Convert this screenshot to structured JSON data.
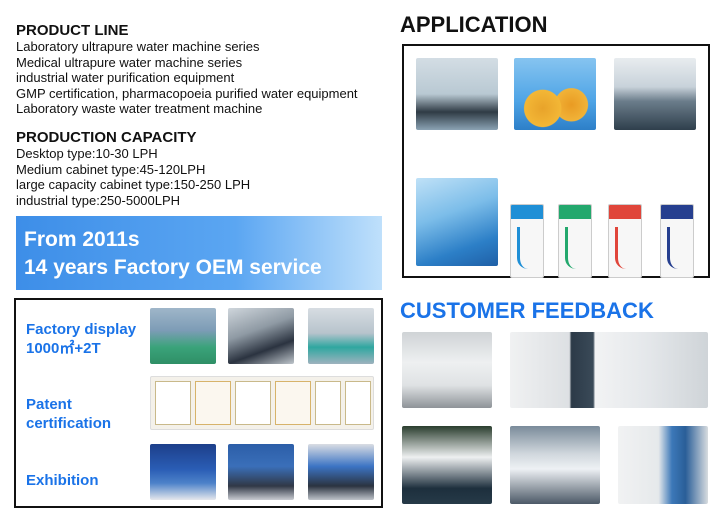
{
  "product_line": {
    "heading": "PRODUCT LINE",
    "items": [
      "Laboratory ultrapure water machine series",
      "Medical ultrapure water machine series",
      "industrial water purification equipment",
      "GMP certification, pharmacopoeia purified water equipment",
      "Laboratory waste water treatment machine"
    ]
  },
  "production_capacity": {
    "heading": "PRODUCTION CAPACITY",
    "items": [
      "Desktop type:10-30 LPH",
      "Medium cabinet type:45-120LPH",
      "large capacity cabinet type:150-250 LPH",
      "industrial type:250-5000LPH"
    ]
  },
  "banner": {
    "line1": "From 2011s",
    "line2": "14 years Factory OEM service"
  },
  "factory_panel": {
    "factory_label_1": "Factory display",
    "factory_label_2": "1000㎡+2T",
    "patent_label_1": "Patent",
    "patent_label_2": "certification",
    "exhibition_label": "Exhibition"
  },
  "application": {
    "heading": "APPLICATION"
  },
  "customer_feedback": {
    "heading": "CUSTOMER FEEDBACK"
  },
  "colors": {
    "accent_blue": "#1a73e8",
    "banner_blue": "#3d8ee8"
  }
}
